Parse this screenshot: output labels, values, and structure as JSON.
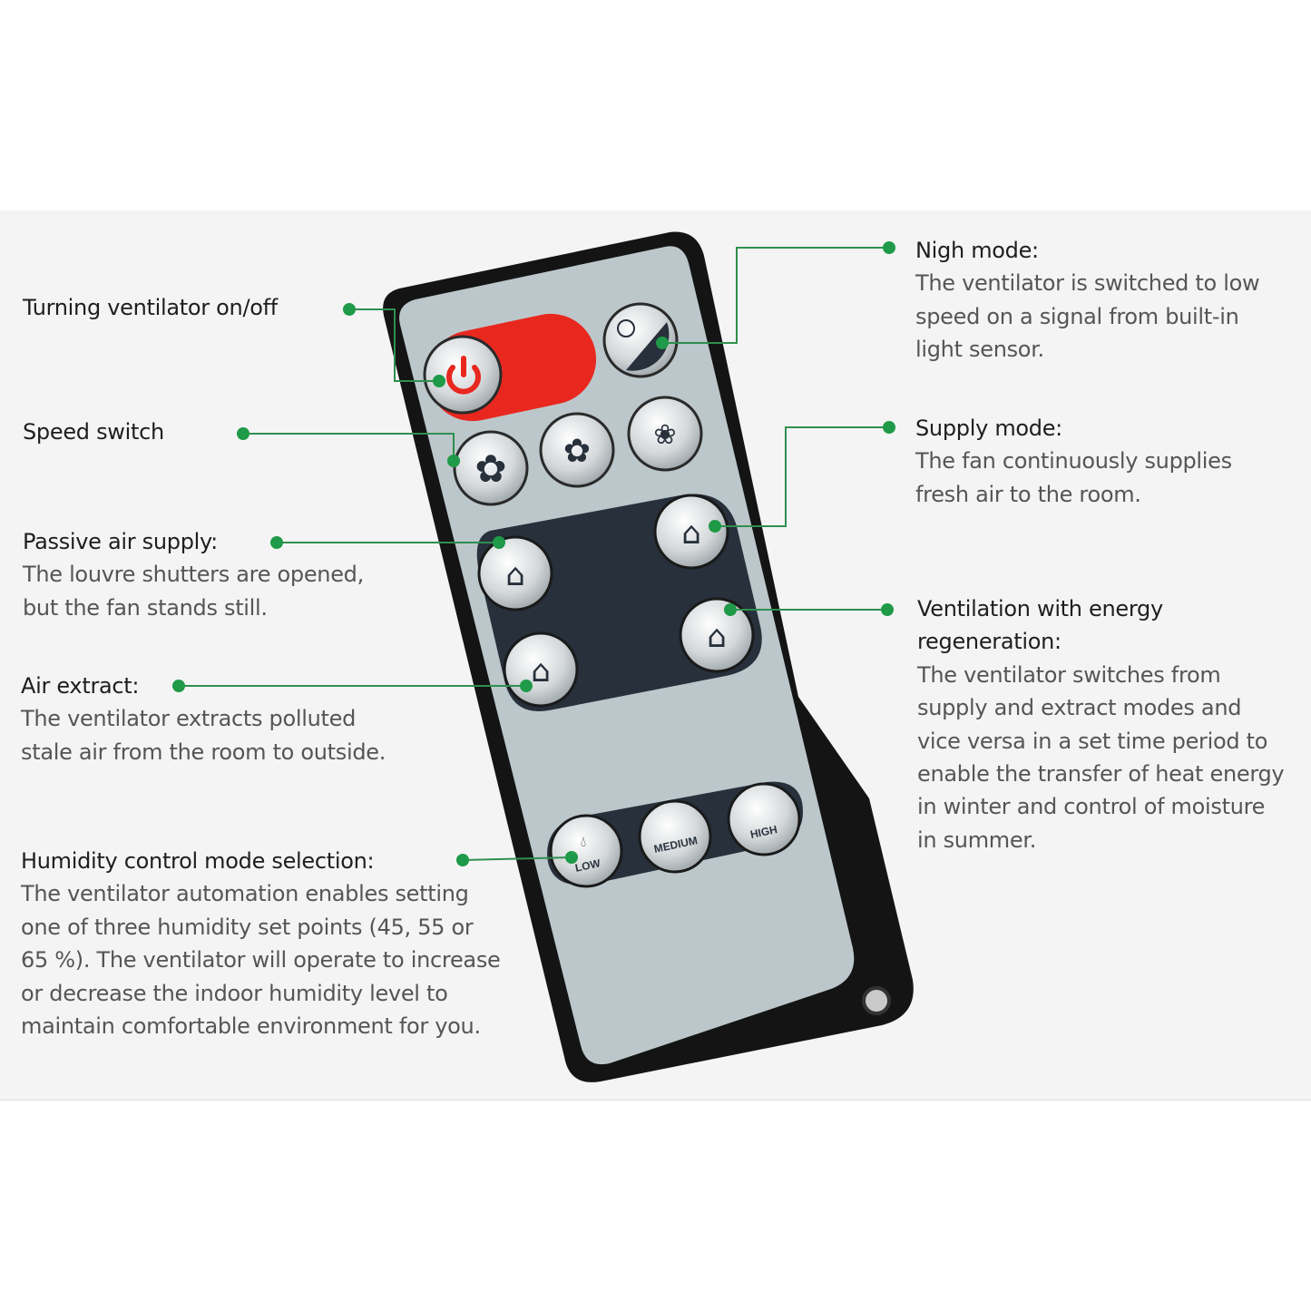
{
  "annotations": {
    "on_off": {
      "title": "Turning ventilator on/off"
    },
    "speed": {
      "title": "Speed switch"
    },
    "passive": {
      "title": "Passive air supply:",
      "desc": [
        "The louvre shutters are opened,",
        "but the fan stands still."
      ]
    },
    "extract": {
      "title": "Air extract:",
      "desc": [
        "The ventilator extracts polluted",
        "stale air from the room to outside."
      ]
    },
    "humidity": {
      "title": "Humidity control mode selection:",
      "desc": [
        "The ventilator automation enables setting",
        "one of three humidity set points (45, 55 or",
        "65 %). The ventilator will operate to increase",
        "or decrease the indoor humidity level to",
        "maintain comfortable environment for you."
      ]
    },
    "night": {
      "title": "Nigh mode:",
      "desc": [
        "The ventilator is switched to low",
        "speed on a signal from built-in",
        "light sensor."
      ]
    },
    "supply": {
      "title": "Supply mode:",
      "desc": [
        "The fan continuously supplies",
        "fresh air to the room."
      ]
    },
    "regen": {
      "title": [
        "Ventilation with energy",
        "regeneration:"
      ],
      "desc": [
        "The ventilator switches from",
        "supply and extract modes and",
        "vice versa in a set time period to",
        "enable the transfer of heat energy",
        "in winter and control of moisture",
        "in summer."
      ]
    }
  },
  "remote": {
    "humidity_buttons": [
      "LOW",
      "MEDIUM",
      "HIGH"
    ]
  },
  "colors": {
    "leader": "#2f8f4e",
    "dot": "#1f9a48",
    "power_red": "#e8281f",
    "face": "#bcc7cb",
    "panel": "#27303b",
    "body": "#141414"
  }
}
